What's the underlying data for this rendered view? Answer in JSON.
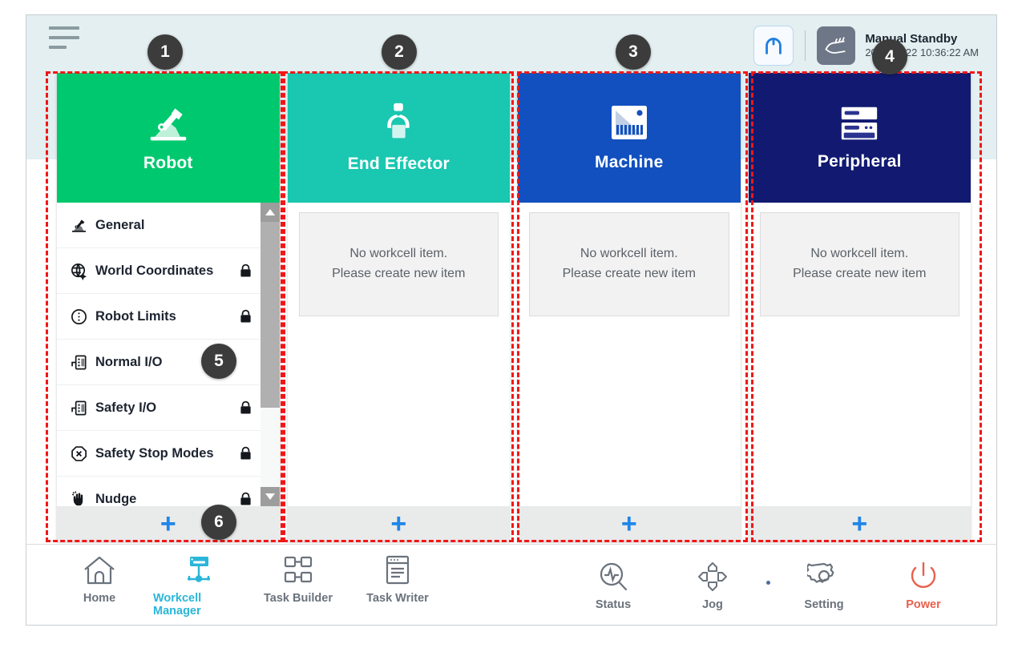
{
  "header": {
    "menu_icon": "hamburger-menu-icon",
    "mode_icon": "cobot-arc-icon",
    "hand_icon": "manual-hand-icon",
    "status_title": "Manual Standby",
    "status_time": "2022.12.22 10:36:22 AM"
  },
  "colors": {
    "robot": "#00c86e",
    "end_effector": "#1ac7b0",
    "machine": "#1250bf",
    "peripheral": "#111a70",
    "accent_plus": "#1f86e8",
    "active_nav": "#29b6d8",
    "power": "#e8604c",
    "annotation": "#f21616",
    "topbar_bg": "#e3eff0"
  },
  "columns": [
    {
      "title": "Robot",
      "icon": "robot-arm-icon",
      "add_label": "+",
      "items": [
        {
          "label": "General",
          "icon": "robot-arm-icon",
          "locked": false
        },
        {
          "label": "World Coordinates",
          "icon": "globe-axis-icon",
          "locked": true
        },
        {
          "label": "Robot Limits",
          "icon": "limits-circle-icon",
          "locked": true
        },
        {
          "label": "Normal I/O",
          "icon": "io-port-icon",
          "locked": false
        },
        {
          "label": "Safety I/O",
          "icon": "io-port-icon",
          "locked": true
        },
        {
          "label": "Safety Stop Modes",
          "icon": "stop-octagon-icon",
          "locked": true
        },
        {
          "label": "Nudge",
          "icon": "nudge-hand-icon",
          "locked": true
        }
      ]
    },
    {
      "title": "End Effector",
      "icon": "gripper-icon",
      "add_label": "+",
      "empty_line1": "No workcell item.",
      "empty_line2": "Please create new item"
    },
    {
      "title": "Machine",
      "icon": "machine-icon",
      "add_label": "+",
      "empty_line1": "No workcell item.",
      "empty_line2": "Please create new item"
    },
    {
      "title": "Peripheral",
      "icon": "peripheral-rack-icon",
      "add_label": "+",
      "empty_line1": "No workcell item.",
      "empty_line2": "Please create new item"
    }
  ],
  "navbar": {
    "left": [
      {
        "label": "Home",
        "icon": "home-icon",
        "active": false
      },
      {
        "label": "Workcell Manager",
        "icon": "workcell-icon",
        "active": true
      },
      {
        "label": "Task Builder",
        "icon": "task-builder-icon",
        "active": false
      },
      {
        "label": "Task Writer",
        "icon": "task-writer-icon",
        "active": false
      }
    ],
    "right": [
      {
        "label": "Status",
        "icon": "status-magnifier-icon",
        "active": false
      },
      {
        "label": "Jog",
        "icon": "jog-dpad-icon",
        "active": false
      },
      {
        "label": "Setting",
        "icon": "gear-icon",
        "active": false
      },
      {
        "label": "Power",
        "icon": "power-icon",
        "active": false
      }
    ]
  },
  "annotations": [
    {
      "n": "1"
    },
    {
      "n": "2"
    },
    {
      "n": "3"
    },
    {
      "n": "4"
    },
    {
      "n": "5"
    },
    {
      "n": "6"
    }
  ]
}
